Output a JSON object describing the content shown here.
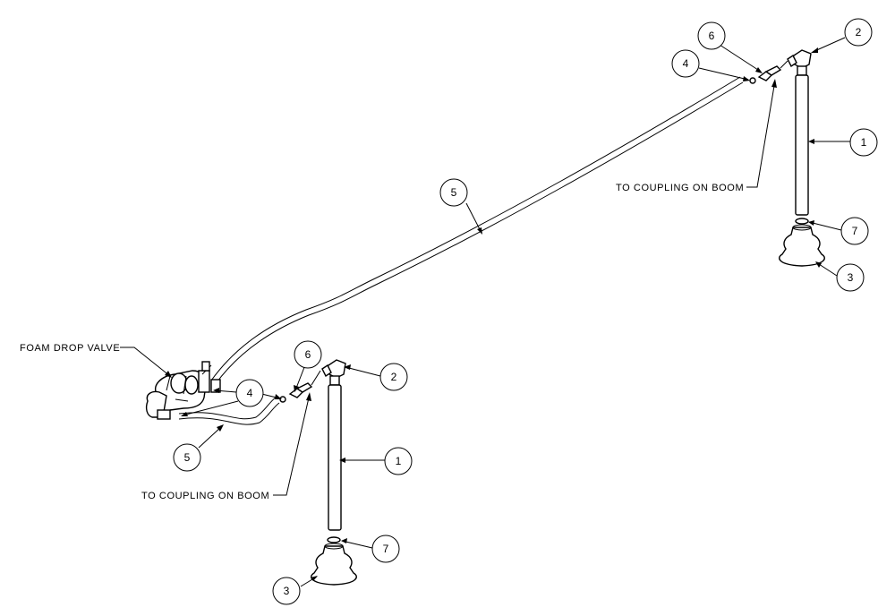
{
  "callouts": {
    "top_2": "2",
    "top_6": "6",
    "top_4": "4",
    "top_1": "1",
    "top_7": "7",
    "top_3": "3",
    "mid_5": "5",
    "low_4": "4",
    "low_6": "6",
    "low_2": "2",
    "low_5": "5",
    "low_1": "1",
    "low_7": "7",
    "low_3": "3"
  },
  "labels": {
    "foam_drop_valve": "FOAM DROP VALVE",
    "coupling_top": "TO COUPLING ON BOOM",
    "coupling_bottom": "TO COUPLING ON BOOM"
  }
}
